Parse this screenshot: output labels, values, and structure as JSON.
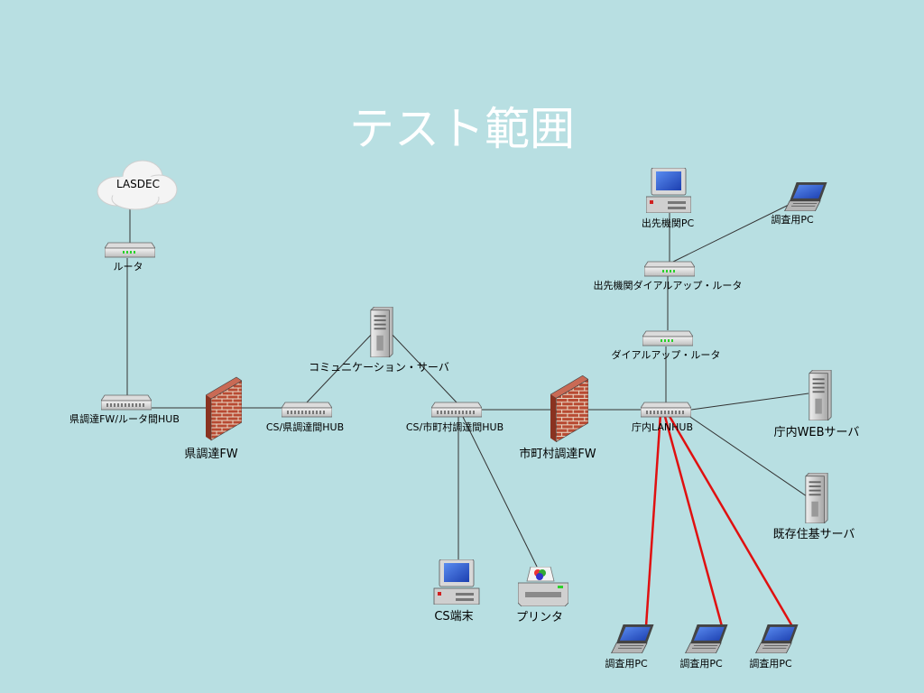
{
  "title": "テスト範囲",
  "nodes": {
    "lasdec": "LASDEC",
    "router": "ルータ",
    "ken_hub": "県調達FW/ルータ間HUB",
    "ken_fw": "県調達FW",
    "cs_ken_hub": "CS/県調達間HUB",
    "comm_server": "コミュニケーション・サーバ",
    "cs_city_hub": "CS/市町村調達間HUB",
    "city_fw": "市町村調達FW",
    "lan_hub": "庁内LANHUB",
    "dialup_router": "ダイアルアップ・ルータ",
    "branch_router": "出先機関ダイアルアップ・ルータ",
    "branch_pc": "出先機関PC",
    "survey_pc_top": "調査用PC",
    "web_server": "庁内WEBサーバ",
    "existing_server": "既存住基サーバ",
    "cs_terminal": "CS端末",
    "printer": "プリンタ",
    "survey_pc_1": "調査用PC",
    "survey_pc_2": "調査用PC",
    "survey_pc_3": "調査用PC"
  },
  "colors": {
    "background": "#b8dfe2",
    "title": "#ffffff",
    "link": "#333333",
    "test_link": "#e01010",
    "firewall": "#b84a32"
  }
}
